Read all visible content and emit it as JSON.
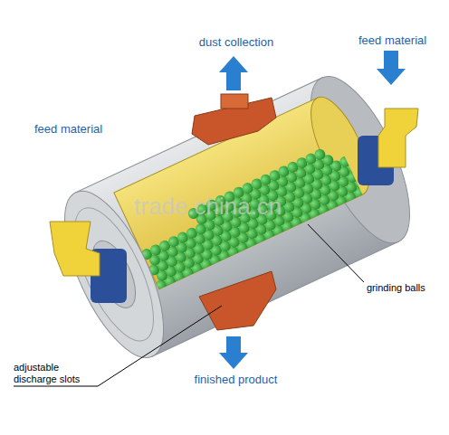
{
  "diagram": {
    "labels": [
      "dust collection",
      "feed material",
      "feed material",
      "trade.china.cn",
      "grinding balls",
      "adjustable discharge slots",
      "finished product"
    ]
  }
}
